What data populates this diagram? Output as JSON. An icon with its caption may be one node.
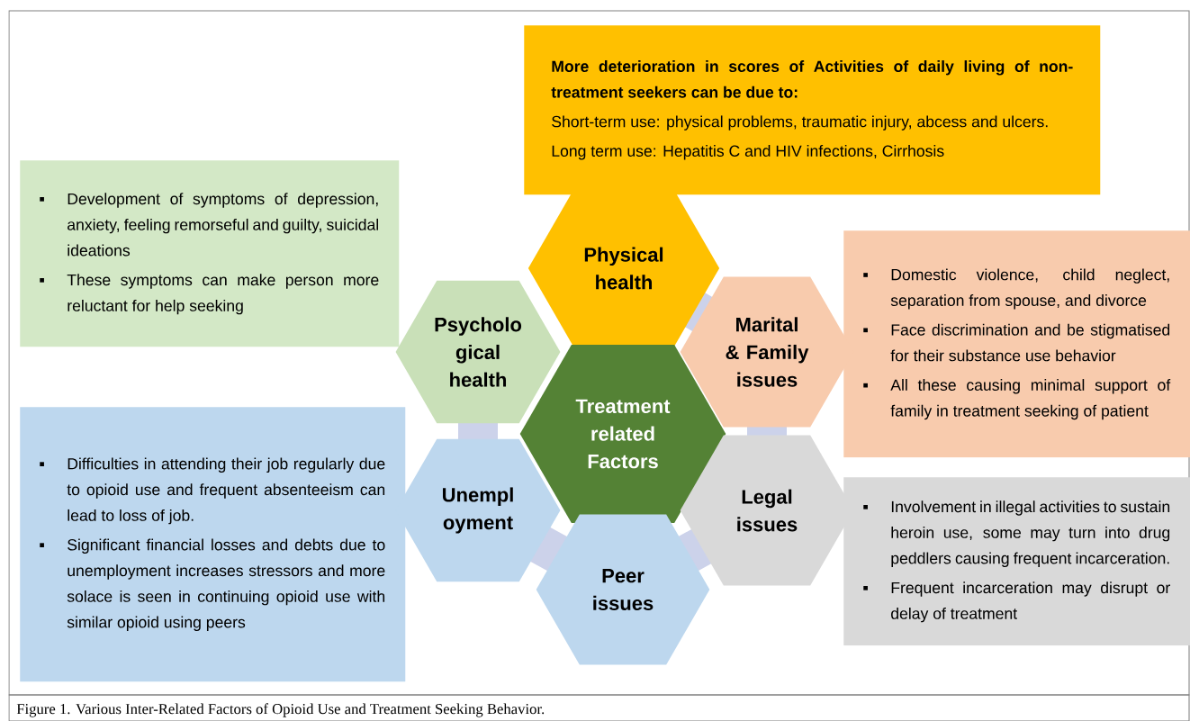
{
  "diagram": {
    "caption": "Figure 1. Various Inter-Related Factors of Opioid Use and Treatment Seeking Behavior.",
    "nodes": [
      {
        "text": [
          "More deterioration in scores of Activities of daily living of non-treatment seekers can be due to:",
          "Short-term use: physical problems, traumatic injury, abcess and ulcers.",
          "Long term use: Hepatitis C and HIV infections, Cirrhosis"
        ]
      },
      {
        "text": [
          "Development of symptoms of depression, anxiety, feeling remorseful and guilty, suicidal ideations",
          "These symptoms can make person more reluctant for help seeking"
        ]
      },
      {
        "text": [
          "Physical health"
        ]
      },
      {
        "text": [
          "Domestic violence, child neglect, separation from spouse, and divorce",
          "Face discrimination and be stigmatised for their substance use behavior",
          "All these causing minimal support of family in treatment seeking of patient"
        ]
      },
      {
        "text": [
          "Psycholo gical health"
        ]
      },
      {
        "text": [
          "Marital & Family issues"
        ]
      },
      {
        "text": [
          "Treatment related Factors"
        ]
      },
      {
        "text": [
          "Difficulties in attending their job regularly due to opioid use and frequent absenteeism can lead to loss of job.",
          "Significant financial losses and debts due to unemployment increases stressors and more solace is seen in continuing opioid use with similar opioid using peers"
        ]
      },
      {
        "text": [
          "Unempl oyment"
        ]
      },
      {
        "text": [
          "Legal issues"
        ]
      },
      {
        "text": [
          "Involvement in illegal activities to sustain heroin use, some may turn into drug peddlers causing frequent incarceration.",
          "Frequent incarceration may disrupt or delay of treatment"
        ]
      },
      {
        "text": [
          "Peer issues"
        ]
      }
    ]
  }
}
